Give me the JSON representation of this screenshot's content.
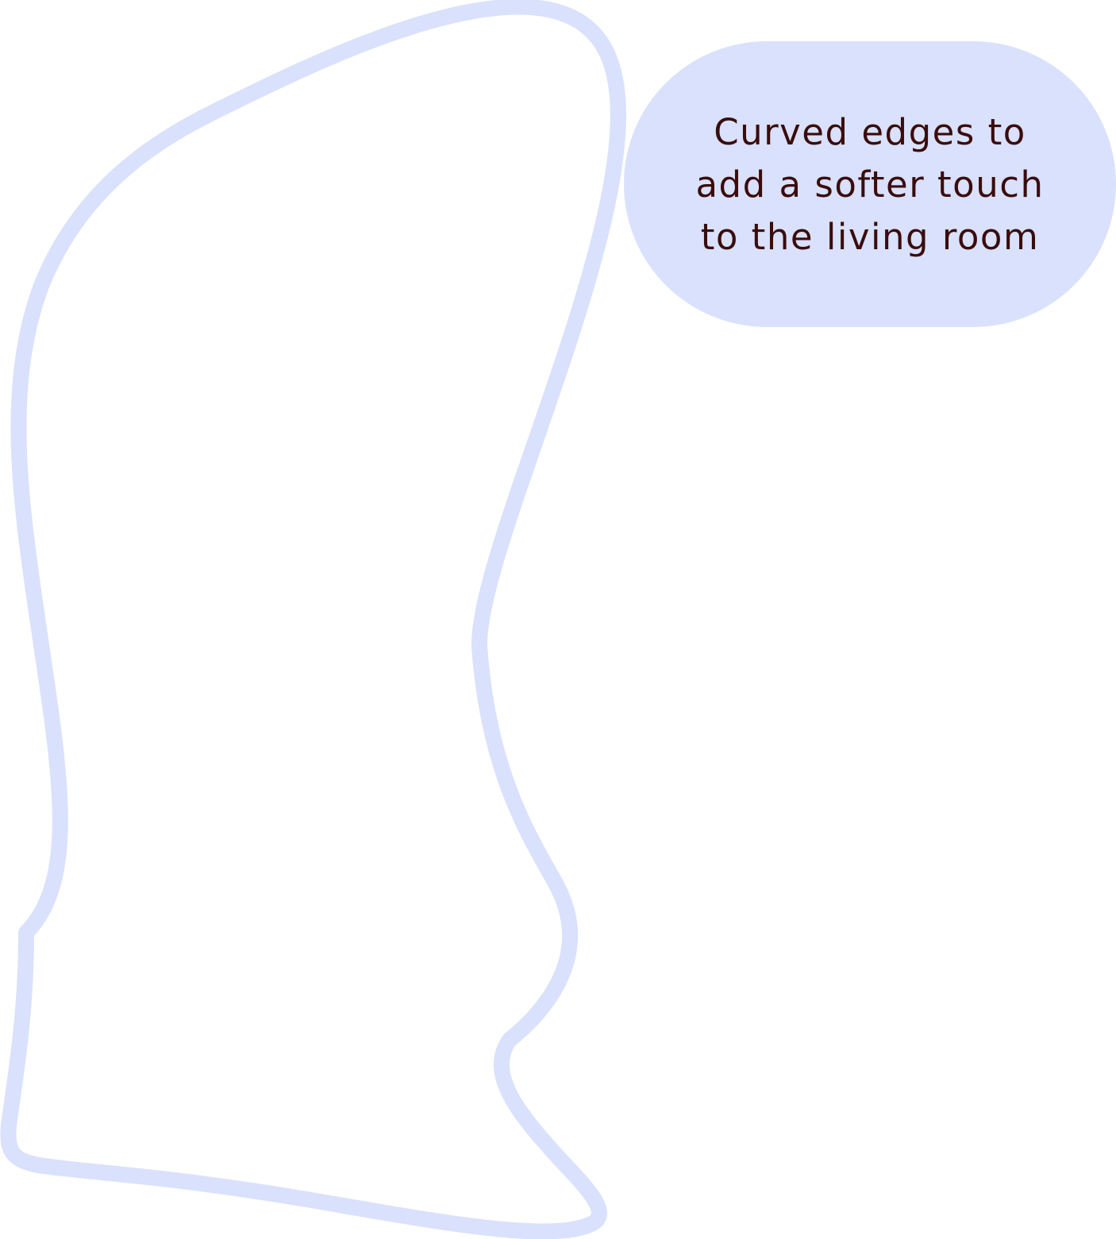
{
  "callout": {
    "lines": [
      "Curved edges to",
      "add a softer touch",
      "to the living room"
    ]
  },
  "colors": {
    "outline": "#d9e1fc",
    "callout_background": "#d9e1fc",
    "text": "#3a0c0c",
    "background": "#ffffff"
  },
  "icons": {
    "outline": "curved-sofa-outline-icon"
  }
}
